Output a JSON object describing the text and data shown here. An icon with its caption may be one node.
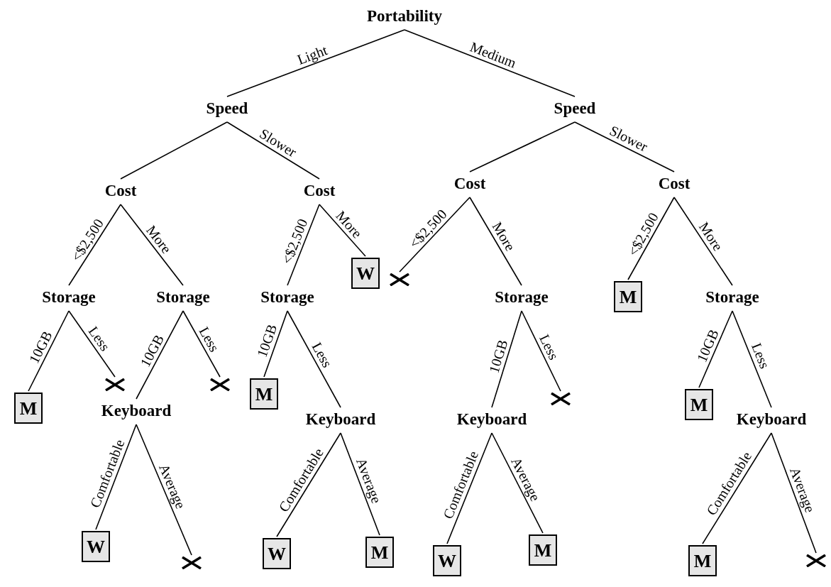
{
  "diagram": {
    "nodes": [
      {
        "text": [
          "Portability"
        ]
      },
      {
        "text": [
          "Speed"
        ]
      },
      {
        "text": [
          "Speed"
        ]
      },
      {
        "text": [
          "Cost"
        ]
      },
      {
        "text": [
          "Cost"
        ]
      },
      {
        "text": [
          "Cost"
        ]
      },
      {
        "text": [
          "Cost"
        ]
      },
      {
        "text": [
          "Storage"
        ]
      },
      {
        "text": [
          "Storage"
        ]
      },
      {
        "text": [
          "Storage"
        ]
      },
      {
        "text": [
          "W"
        ]
      },
      {
        "text": [],
        "shape": "cross"
      },
      {
        "text": [
          "Storage"
        ]
      },
      {
        "text": [
          "M"
        ]
      },
      {
        "text": [
          "Storage"
        ]
      },
      {
        "text": [
          "M"
        ]
      },
      {
        "text": [],
        "shape": "cross"
      },
      {
        "text": [
          "Keyboard"
        ]
      },
      {
        "text": [],
        "shape": "cross"
      },
      {
        "text": [
          "M"
        ]
      },
      {
        "text": [
          "Keyboard"
        ]
      },
      {
        "text": [
          "Keyboard"
        ]
      },
      {
        "text": [],
        "shape": "cross"
      },
      {
        "text": [
          "M"
        ]
      },
      {
        "text": [
          "Keyboard"
        ]
      },
      {
        "text": [
          "W"
        ]
      },
      {
        "text": [],
        "shape": "cross"
      },
      {
        "text": [
          "W"
        ]
      },
      {
        "text": [
          "M"
        ]
      },
      {
        "text": [
          "W"
        ]
      },
      {
        "text": [
          "M"
        ]
      },
      {
        "text": [
          "M"
        ]
      },
      {
        "text": [],
        "shape": "cross"
      }
    ],
    "edges": [
      {
        "from": 0,
        "to": 1,
        "arrow": "none",
        "label": "Light"
      },
      {
        "from": 0,
        "to": 2,
        "arrow": "none",
        "label": "Medium"
      },
      {
        "from": 1,
        "to": 3,
        "arrow": "none"
      },
      {
        "from": 1,
        "to": 4,
        "arrow": "none",
        "label": "Slower"
      },
      {
        "from": 2,
        "to": 5,
        "arrow": "none"
      },
      {
        "from": 2,
        "to": 6,
        "arrow": "none",
        "label": "Slower"
      },
      {
        "from": 3,
        "to": 7,
        "arrow": "none",
        "label": "<$2,500"
      },
      {
        "from": 3,
        "to": 8,
        "arrow": "none",
        "label": "More"
      },
      {
        "from": 4,
        "to": 9,
        "arrow": "none",
        "label": "<$2,500"
      },
      {
        "from": 4,
        "to": 10,
        "arrow": "none",
        "label": "More"
      },
      {
        "from": 5,
        "to": 11,
        "arrow": "none",
        "label": "<$2,500"
      },
      {
        "from": 5,
        "to": 12,
        "arrow": "none",
        "label": "More"
      },
      {
        "from": 6,
        "to": 13,
        "arrow": "none",
        "label": "<$2,500"
      },
      {
        "from": 6,
        "to": 14,
        "arrow": "none",
        "label": "More"
      },
      {
        "from": 7,
        "to": 15,
        "arrow": "none",
        "label": "10GB"
      },
      {
        "from": 7,
        "to": 16,
        "arrow": "none",
        "label": "Less"
      },
      {
        "from": 8,
        "to": 17,
        "arrow": "none",
        "label": "10GB"
      },
      {
        "from": 8,
        "to": 18,
        "arrow": "none",
        "label": "Less"
      },
      {
        "from": 9,
        "to": 19,
        "arrow": "none",
        "label": "10GB"
      },
      {
        "from": 9,
        "to": 20,
        "arrow": "none",
        "label": "Less"
      },
      {
        "from": 12,
        "to": 21,
        "arrow": "none",
        "label": "10GB"
      },
      {
        "from": 12,
        "to": 22,
        "arrow": "none",
        "label": "Less"
      },
      {
        "from": 14,
        "to": 23,
        "arrow": "none",
        "label": "10GB"
      },
      {
        "from": 14,
        "to": 24,
        "arrow": "none",
        "label": "Less"
      },
      {
        "from": 17,
        "to": 25,
        "arrow": "none",
        "label": "Comfortable"
      },
      {
        "from": 17,
        "to": 26,
        "arrow": "none",
        "label": "Average"
      },
      {
        "from": 20,
        "to": 27,
        "arrow": "none",
        "label": "Comfortable"
      },
      {
        "from": 20,
        "to": 28,
        "arrow": "none",
        "label": "Average"
      },
      {
        "from": 21,
        "to": 29,
        "arrow": "none",
        "label": "Comfortable"
      },
      {
        "from": 21,
        "to": 30,
        "arrow": "none",
        "label": "Average"
      },
      {
        "from": 24,
        "to": 31,
        "arrow": "none",
        "label": "Comfortable"
      },
      {
        "from": 24,
        "to": 32,
        "arrow": "none",
        "label": "Average"
      }
    ]
  }
}
